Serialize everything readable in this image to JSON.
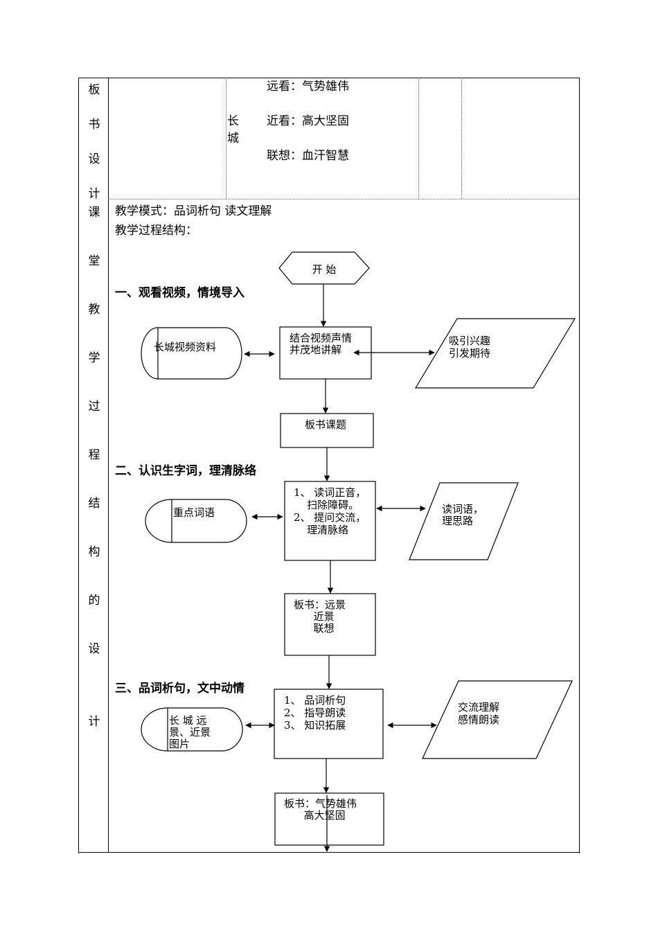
{
  "board": {
    "side_chars": [
      "板",
      "书",
      "设",
      "计"
    ],
    "subject": [
      "长",
      "城"
    ],
    "lines": [
      "远看：气势雄伟",
      "近看：高大坚固",
      "联想：血汗智慧"
    ]
  },
  "process": {
    "side_chars": [
      "课",
      "堂",
      "教",
      "学",
      "过",
      "程",
      "结",
      "构",
      "的",
      "设",
      "计"
    ],
    "mode": "教学模式：品词析句 读文理解",
    "structure": "教学过程结构："
  },
  "flow": {
    "start": "开  始",
    "sec1": {
      "heading": "一、观看视频，情境导入",
      "left": [
        "长城视频资料"
      ],
      "center": [
        "结合视频声情",
        "并茂地讲解"
      ],
      "right": [
        "吸引兴趣",
        "引发期待"
      ],
      "board": [
        "板书课题"
      ]
    },
    "sec2": {
      "heading": "二、认识生字词，理清脉络",
      "left": [
        "重点词语"
      ],
      "center": [
        "1、 读词正音，",
        "    扫除障碍。",
        "2、 提问交流，",
        "    理清脉络"
      ],
      "right": [
        "读词语，",
        "理思路"
      ],
      "board": [
        "板书：远景",
        "      近景",
        "      联想"
      ]
    },
    "sec3": {
      "heading": "三、品词析句，文中动情",
      "left": [
        "长 城 远",
        "景、近景",
        "图片"
      ],
      "center": [
        "1、 品词析句",
        "2、 指导朗读",
        "3、 知识拓展"
      ],
      "right": [
        "交流理解",
        "感情朗读"
      ],
      "board": [
        "板书：气势雄伟",
        "      高大坚固"
      ]
    }
  }
}
